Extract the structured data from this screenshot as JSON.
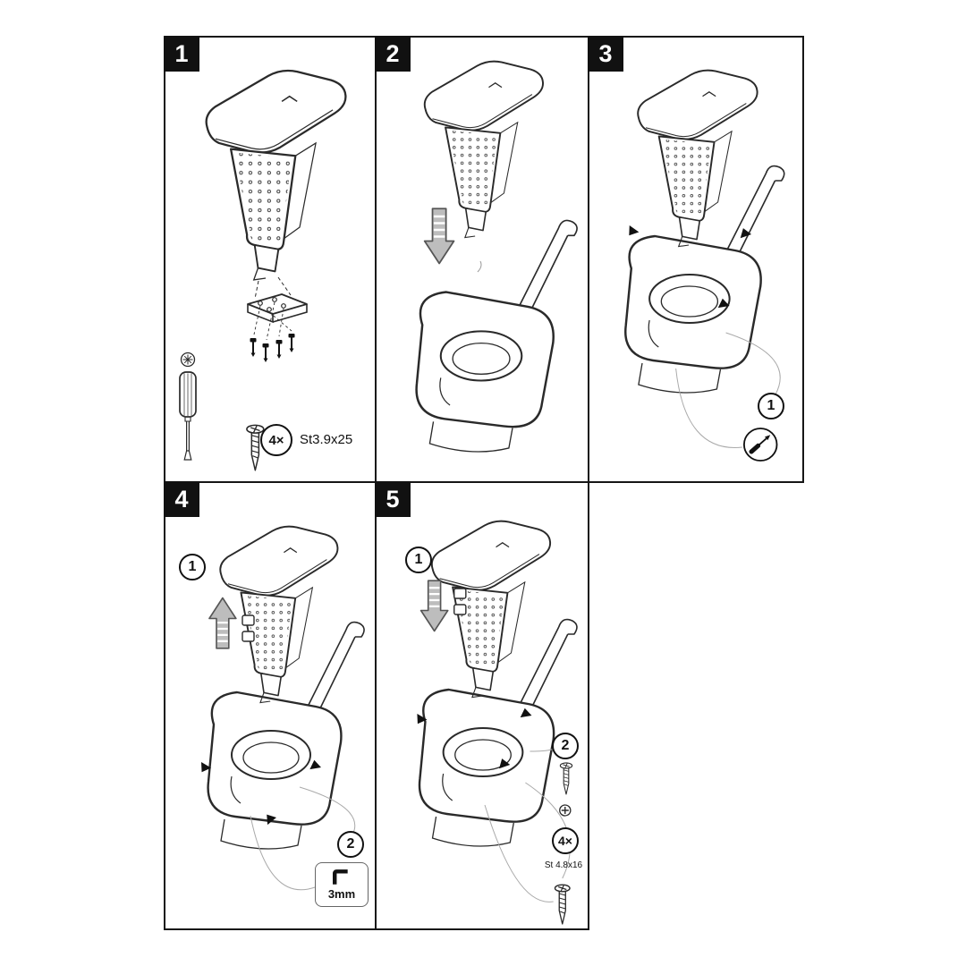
{
  "panels": {
    "p1": {
      "step": "1",
      "qty": "4×",
      "screw_spec": "St3.9x25"
    },
    "p2": {
      "step": "2"
    },
    "p3": {
      "step": "3",
      "callout_unlock": "1"
    },
    "p4": {
      "step": "4",
      "callout_slide": "1",
      "callout_check": "2",
      "hex_key_size": "3mm"
    },
    "p5": {
      "step": "5",
      "callout_slide": "1",
      "callout_fix": "2",
      "qty": "4×",
      "screw_spec": "St 4.8x16"
    }
  }
}
